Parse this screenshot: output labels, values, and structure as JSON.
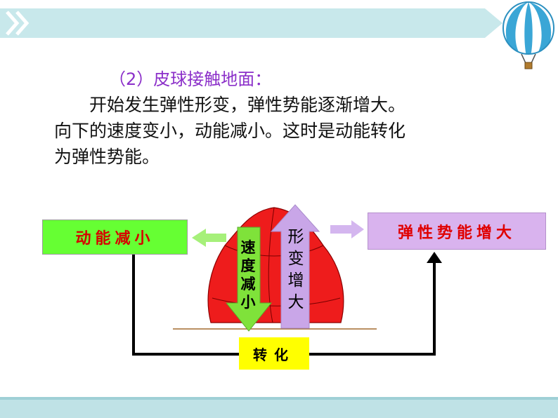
{
  "header": {
    "bar_color": "#c8e8eb",
    "chevron_color": "#ffffff"
  },
  "content": {
    "subheading": "（2）皮球接触地面：",
    "lines": [
      "开始发生弹性形变，弹性势能逐渐增大。",
      "向下的速度变小，动能减小。这时是动能转化",
      "为弹性势能。"
    ]
  },
  "diagram": {
    "left_box": "动能减小",
    "right_box": "弹性势能增大",
    "bottom_box": "转化",
    "down_arrow_chars": [
      "速",
      "度",
      "减",
      "小"
    ],
    "up_arrow_chars": [
      "形",
      "变",
      "增",
      "大"
    ],
    "colors": {
      "left_box": "#66ff33",
      "right_box": "#d9b3ee",
      "bottom_box": "#ffff00",
      "ball": "#ee1c1c",
      "down_arrow": "#7fe23a",
      "up_arrow": "#c9a6e8",
      "text_red": "#e00000"
    }
  },
  "decor": {
    "balloon_icon": "hot-air-balloon-icon",
    "bottom_strip_color": "#bfe2e6"
  }
}
